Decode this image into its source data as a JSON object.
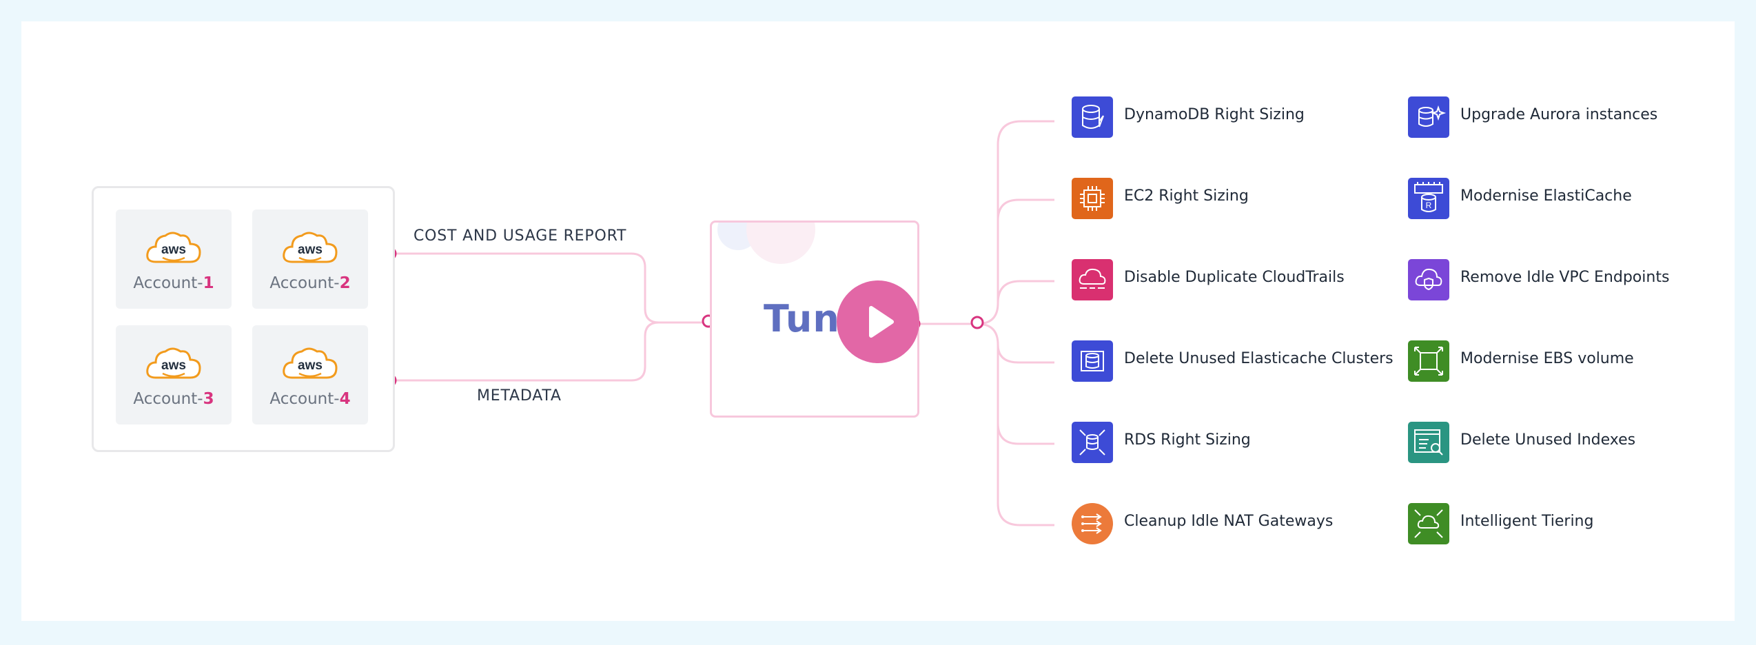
{
  "colors": {
    "connector": "#f8c8dc",
    "node": "#d8347f",
    "tuner_play": "#e267a6",
    "account_number": "#d8347f",
    "aws_orange": "#f29b1d"
  },
  "inputs": {
    "cost_report_label": "COST AND USAGE REPORT",
    "metadata_label": "METADATA"
  },
  "accounts": [
    {
      "prefix": "Account-",
      "number": "1",
      "icon": "aws-cloud-icon",
      "logo_text": "aws"
    },
    {
      "prefix": "Account-",
      "number": "2",
      "icon": "aws-cloud-icon",
      "logo_text": "aws"
    },
    {
      "prefix": "Account-",
      "number": "3",
      "icon": "aws-cloud-icon",
      "logo_text": "aws"
    },
    {
      "prefix": "Account-",
      "number": "4",
      "icon": "aws-cloud-icon",
      "logo_text": "aws"
    }
  ],
  "tuner": {
    "name": "Tuner",
    "play_icon": "play-icon"
  },
  "recommendations": [
    {
      "label": "DynamoDB Right Sizing",
      "icon": "dynamodb-icon",
      "color": "#3d4bd6"
    },
    {
      "label": "EC2 Right Sizing",
      "icon": "ec2-chip-icon",
      "color": "#e0661b"
    },
    {
      "label": "Disable Duplicate CloudTrails",
      "icon": "cloudtrail-icon",
      "color": "#d93070"
    },
    {
      "label": "Delete Unused Elasticache Clusters",
      "icon": "elasticache-icon",
      "color": "#3d4bd6"
    },
    {
      "label": "RDS Right Sizing",
      "icon": "rds-icon",
      "color": "#3d4bd6"
    },
    {
      "label": "Cleanup Idle NAT Gateways",
      "icon": "nat-gateway-icon",
      "color": "#ec7a3a"
    },
    {
      "label": "Upgrade Aurora instances",
      "icon": "aurora-icon",
      "color": "#3d4bd6"
    },
    {
      "label": "Modernise ElastiCache",
      "icon": "elasticache-redis-icon",
      "color": "#3d4bd6"
    },
    {
      "label": "Remove Idle VPC Endpoints",
      "icon": "vpc-endpoint-icon",
      "color": "#7b46d8"
    },
    {
      "label": "Modernise EBS volume",
      "icon": "ebs-icon",
      "color": "#3f8d25"
    },
    {
      "label": "Delete Unused Indexes",
      "icon": "index-search-icon",
      "color": "#2a9582"
    },
    {
      "label": "Intelligent Tiering",
      "icon": "intelligent-tiering-icon",
      "color": "#3f8d25"
    }
  ]
}
